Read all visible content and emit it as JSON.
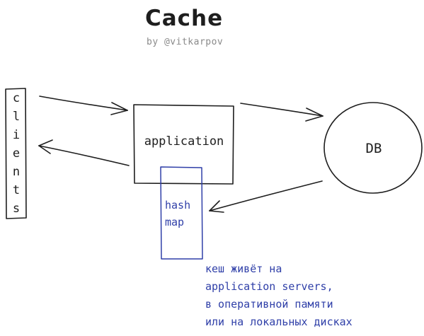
{
  "title": "Cache",
  "byline": "by @vitkarpov",
  "clients": {
    "letters": [
      "c",
      "l",
      "i",
      "e",
      "n",
      "t",
      "s"
    ]
  },
  "application": {
    "label": "application"
  },
  "db": {
    "label": "DB"
  },
  "hashmap": {
    "line1": "hash",
    "line2": "map"
  },
  "note": {
    "line1": "кеш живёт на",
    "line2": "application servers,",
    "line3": "в оперативной памяти",
    "line4": "или на локальных дисках"
  },
  "colors": {
    "ink": "#1e1e1e",
    "accent_blue": "#2f3fa8",
    "byline_gray": "#8a8a8a"
  }
}
